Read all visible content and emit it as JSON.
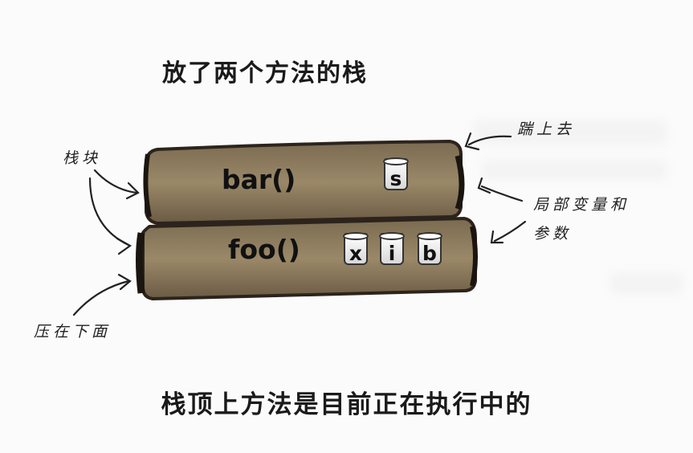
{
  "title": "放了两个方法的栈",
  "caption": "栈顶上方法是目前正在执行中的",
  "annotations": {
    "stack_frames": "栈块",
    "pushed_on": "踹上去",
    "local_vars": "局部变量和",
    "params": "参数",
    "pushed_below": "压在下面"
  },
  "frames": [
    {
      "name": "bar()",
      "variables": [
        "s"
      ]
    },
    {
      "name": "foo()",
      "variables": [
        "x",
        "i",
        "b"
      ]
    }
  ],
  "colors": {
    "frame_fill": "#8c7b5e",
    "frame_dark": "#3b3127",
    "ink": "#1a1a1a"
  }
}
